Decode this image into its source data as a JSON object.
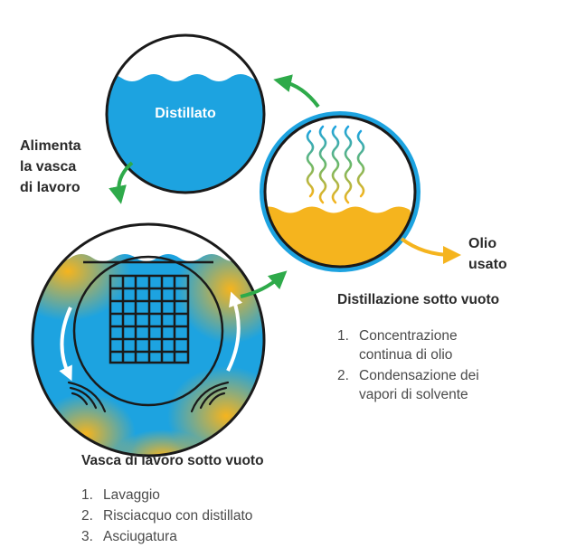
{
  "nodes": {
    "distillate": {
      "label": "Distillato",
      "color": "#1da3e0"
    },
    "oil": {
      "label": "Olio\nusato",
      "color": "#f5b41e"
    },
    "feed": {
      "label": "Alimenta\nla vasca\ndi lavoro"
    }
  },
  "colors": {
    "arrow_green": "#2eaa4a",
    "arrow_orange": "#f5b41e",
    "outline": "#1a1a1a",
    "water": "#1da3e0",
    "vapor_top": "#1da3e0",
    "vapor_bottom": "#f5b41e"
  },
  "distillation": {
    "heading": "Distillazione sotto vuoto",
    "items": [
      {
        "num": "1.",
        "text": "Concentrazione\ncontinua di olio"
      },
      {
        "num": "2.",
        "text": "Condensazione dei\nvapori di solvente"
      }
    ]
  },
  "wash_tank": {
    "heading": "Vasca di lavoro sotto vuoto",
    "items": [
      {
        "num": "1.",
        "text": "Lavaggio"
      },
      {
        "num": "2.",
        "text": "Risciacquo con distillato"
      },
      {
        "num": "3.",
        "text": "Asciugatura"
      }
    ]
  }
}
